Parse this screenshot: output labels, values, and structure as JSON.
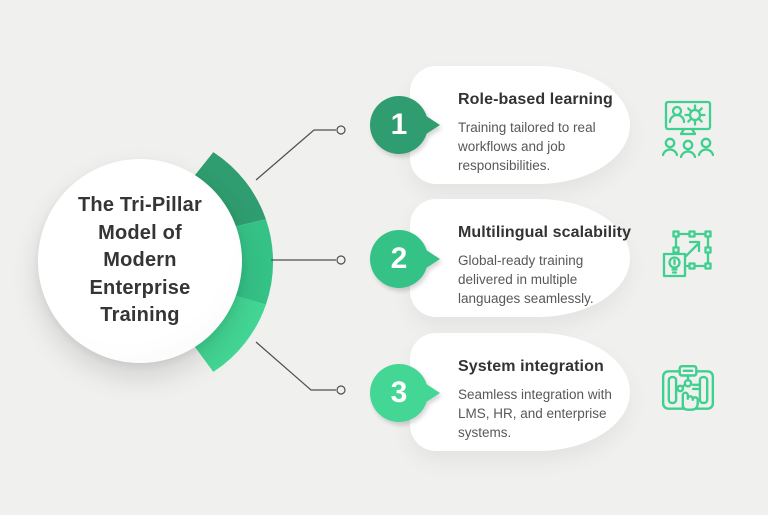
{
  "hub": {
    "title_lines": [
      "The Tri-Pillar",
      "Model of",
      "Modern",
      "Enterprise",
      "Training"
    ]
  },
  "pillars": [
    {
      "number": "1",
      "title": "Role-based learning",
      "description": "Training tailored to real workflows and job responsibilities.",
      "accent_color": "#2f9d6f",
      "icon": "monitor-user-gear-icon"
    },
    {
      "number": "2",
      "title": "Multilingual scalability",
      "description": "Global-ready training delivered in multiple languages seamlessly.",
      "accent_color": "#35c287",
      "icon": "scale-expand-bulb-icon"
    },
    {
      "number": "3",
      "title": "System integration",
      "description": "Seamless integration with LMS, HR, and enterprise systems.",
      "accent_color": "#43d694",
      "icon": "integration-touch-board-icon"
    }
  ],
  "colors": {
    "background": "#f0f0ef",
    "card": "#ffffff",
    "title_text": "#333333",
    "body_text": "#585858",
    "connector_line": "#4f4f4f",
    "icon_stroke": "#3fcf8e",
    "arc_segment_1": "#2f9d6f",
    "arc_segment_2": "#35c287",
    "arc_segment_3": "#43d694"
  }
}
